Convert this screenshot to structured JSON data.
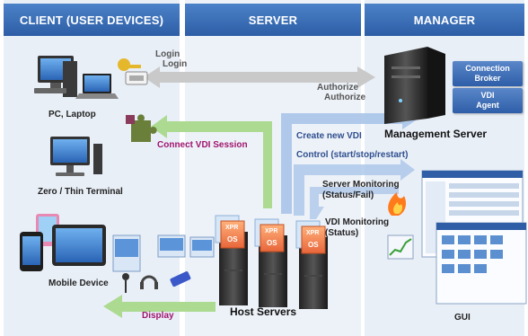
{
  "headers": {
    "client": "CLIENT (USER DEVICES)",
    "server": "SERVER",
    "manager": "MANAGER"
  },
  "labels": {
    "login_1": "Login",
    "login_2": "Login",
    "authorize_1": "Authorize",
    "authorize_2": "Authorize",
    "pc_laptop": "PC, Laptop",
    "connect_vdi": "Connect VDI Session",
    "zero_thin": "Zero / Thin Terminal",
    "create_vdi": "Create new VDI",
    "control": "Control (start/stop/restart)",
    "server_monitoring_1": "Server Monitoring",
    "server_monitoring_2": "(Status/Fail)",
    "vdi_monitoring_1": "VDI Monitoring",
    "vdi_monitoring_2": "(Status)",
    "mobile_device": "Mobile Device",
    "display": "Display",
    "host_servers": "Host Servers",
    "management_server": "Management Server",
    "connection_broker_1": "Connection",
    "connection_broker_2": "Broker",
    "vdi_agent_1": "VDI",
    "vdi_agent_2": "Agent",
    "gui": "GUI",
    "xpr": "XPR",
    "os": "OS"
  },
  "colors": {
    "header_blue": "#3a6fb8",
    "column_bg": "#e9eff7",
    "arrow_gray": "#c9c9c9",
    "arrow_green": "#a8d88a",
    "arrow_blue": "#a9c4e8",
    "badge_blue": "#3b6db5"
  }
}
